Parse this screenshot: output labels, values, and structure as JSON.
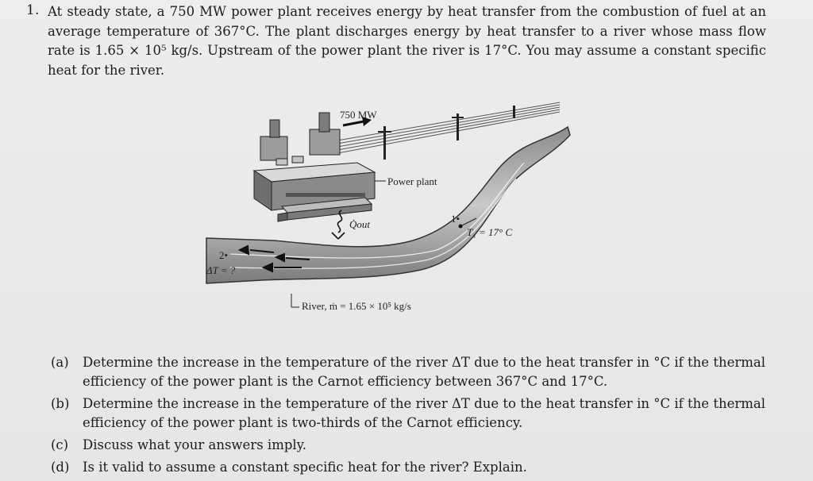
{
  "problem": {
    "number": "1.",
    "statement": "At steady state, a 750 MW power plant receives energy by heat transfer from the combustion of fuel at an average temperature of 367°C. The plant discharges energy by heat transfer to a river whose mass flow rate is 1.65 × 10⁵ kg/s. Upstream of the power plant the river is 17°C. You may assume a constant specific heat for the river."
  },
  "figure": {
    "power_label": "750 MW",
    "plant_label": "Power plant",
    "q_out_label": "Q̇out",
    "state1_label": "1•",
    "t1_label": "T₁ = 17° C",
    "state2_label": "2•",
    "delta_t_label": "ΔT = ?",
    "river_label": "River, ṁ = 1.65 × 10⁵ kg/s"
  },
  "questions": [
    {
      "marker": "(a)",
      "text": "Determine the increase in the temperature of the river ΔT due to the heat transfer in °C if the thermal efficiency of the power plant is the Carnot efficiency between 367°C and 17°C."
    },
    {
      "marker": "(b)",
      "text": "Determine the increase in the temperature of the river ΔT due to the heat transfer in °C if the thermal efficiency of the power plant is two-thirds of the Carnot efficiency."
    },
    {
      "marker": "(c)",
      "text": "Discuss what your answers imply."
    },
    {
      "marker": "(d)",
      "text": "Is it valid to assume a constant specific heat for the river? Explain."
    }
  ]
}
